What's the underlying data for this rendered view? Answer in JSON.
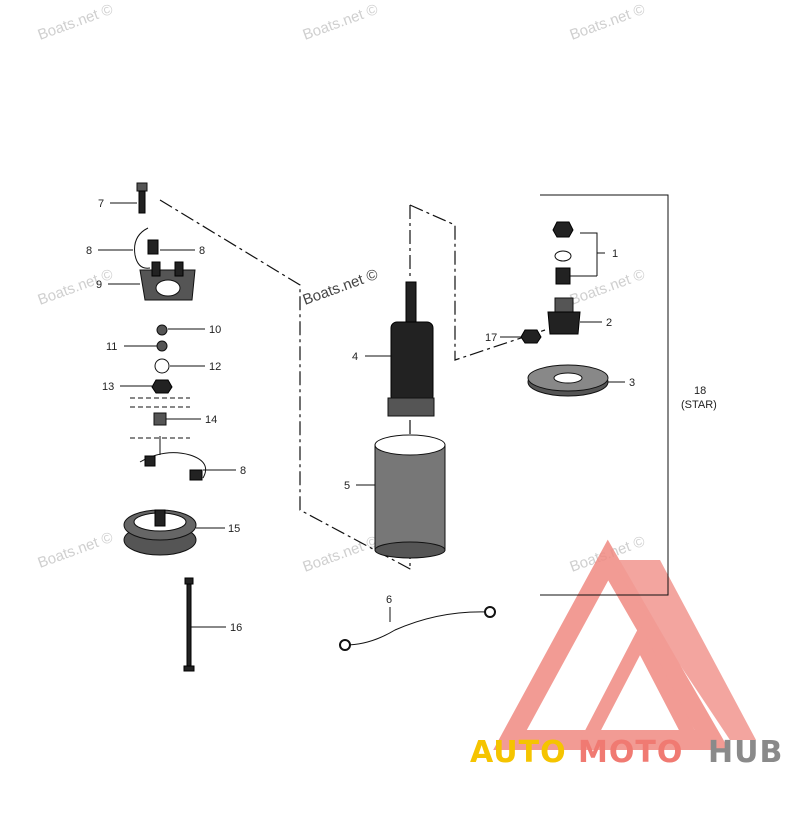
{
  "watermarks": {
    "text": "Boats.net ©",
    "center_text": "Boats.net ©"
  },
  "callouts": {
    "c1": "1",
    "c2": "2",
    "c3": "3",
    "c4": "4",
    "c5": "5",
    "c6": "6",
    "c7": "7",
    "c8a": "8",
    "c8b": "8",
    "c8c": "8",
    "c9": "9",
    "c10": "10",
    "c11": "11",
    "c12": "12",
    "c13": "13",
    "c14": "14",
    "c15": "15",
    "c16": "16",
    "c17": "17",
    "c18": "18",
    "c18_note": "(STAR)"
  },
  "logo": {
    "part1": "AUTO",
    "part2": "MOTO",
    "part3": "HUB",
    "colors": {
      "auto": "#f5c400",
      "moto": "#f07a72",
      "hub": "#8a8a8a",
      "triangle": "#f08a82"
    }
  }
}
